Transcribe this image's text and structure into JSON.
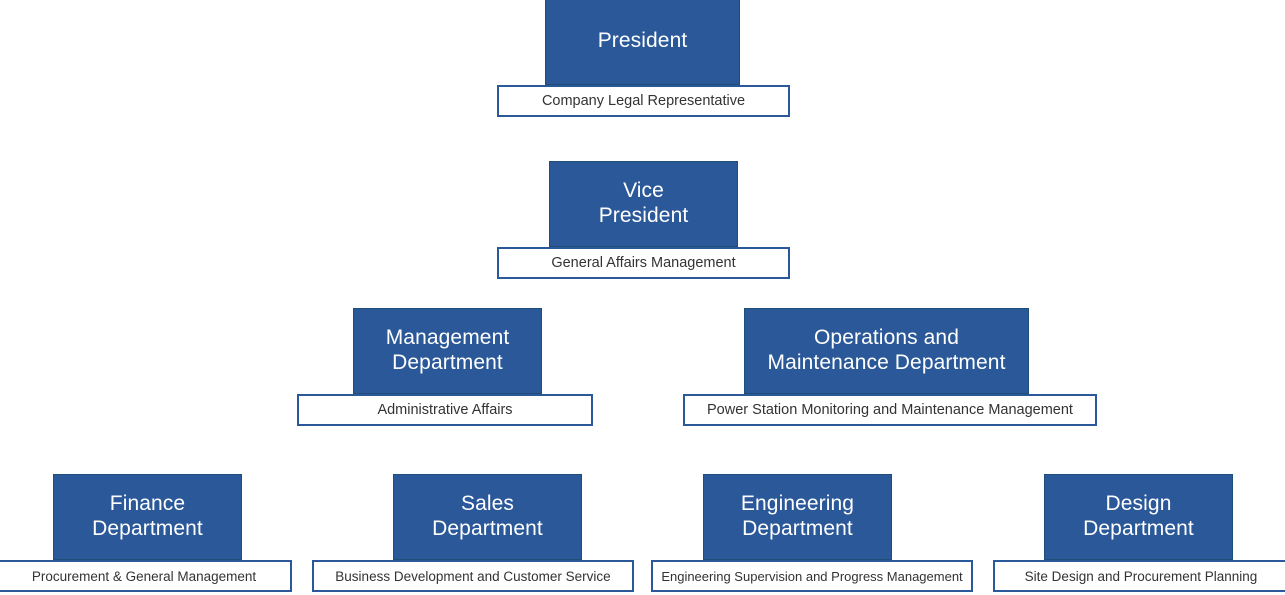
{
  "chart": {
    "type": "org-chart",
    "title": "",
    "accent_color": "#2b5898",
    "border_color": "#1f4e79",
    "caption_text_color": "#333333",
    "head_text_color": "#ffffff",
    "levels": [
      {
        "level": 1,
        "nodes": [
          {
            "id": "president",
            "title": "President",
            "caption": "Company Legal Representative"
          }
        ]
      },
      {
        "level": 2,
        "nodes": [
          {
            "id": "vice-president",
            "title": "Vice\nPresident",
            "caption": "General Affairs Management"
          }
        ]
      },
      {
        "level": 3,
        "nodes": [
          {
            "id": "management-department",
            "title": "Management\nDepartment",
            "caption": "Administrative Affairs"
          },
          {
            "id": "operations-maintenance-department",
            "title": "Operations and\nMaintenance Department",
            "caption": "Power Station Monitoring and Maintenance Management"
          }
        ]
      },
      {
        "level": 4,
        "nodes": [
          {
            "id": "finance-department",
            "title": "Finance\nDepartment",
            "caption": "Procurement & General Management"
          },
          {
            "id": "sales-department",
            "title": "Sales\nDepartment",
            "caption": "Business Development and Customer Service"
          },
          {
            "id": "engineering-department",
            "title": "Engineering\nDepartment",
            "caption": "Engineering Supervision and Progress Management"
          },
          {
            "id": "design-department",
            "title": "Design\nDepartment",
            "caption": "Site Design and Procurement Planning"
          }
        ]
      }
    ]
  }
}
